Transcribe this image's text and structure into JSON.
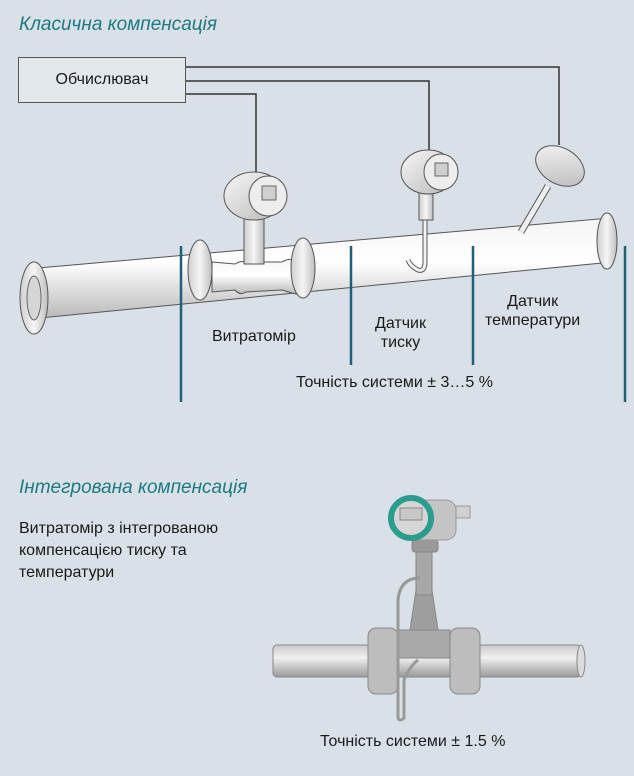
{
  "classic": {
    "title": "Класична компенсація",
    "computer_label": "Обчислювач",
    "flowmeter_label": "Витратомір",
    "pressure_sensor_label_line1": "Датчик",
    "pressure_sensor_label_line2": "тиску",
    "temperature_sensor_label_line1": "Датчик",
    "temperature_sensor_label_line2": "температури",
    "accuracy": "Точність системи ± 3…5 %"
  },
  "integrated": {
    "title": "Інтегрована компенсація",
    "description_line1": "Витратомір з інтегрованою",
    "description_line2": "компенсацією тиску та",
    "description_line3": "температури",
    "accuracy": "Точність системи ± 1.5 %"
  },
  "colors": {
    "title": "#1d7a80",
    "divider": "#1f5f78",
    "display_ring": "#2a9d8f",
    "background": "#d9e0e7"
  }
}
